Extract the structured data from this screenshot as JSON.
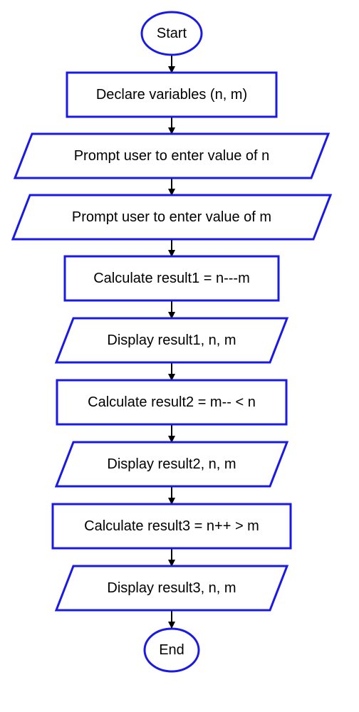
{
  "colors": {
    "node_border": "#1a1ae6",
    "arrow": "#000000",
    "background": "#ffffff"
  },
  "nodes": [
    {
      "id": "start",
      "shape": "terminal",
      "label": "Start"
    },
    {
      "id": "declare",
      "shape": "process",
      "label": "Declare variables (n, m)"
    },
    {
      "id": "prompt-n",
      "shape": "input-output",
      "label": "Prompt user to enter value of n"
    },
    {
      "id": "prompt-m",
      "shape": "input-output",
      "label": "Prompt user to enter value of m"
    },
    {
      "id": "calc-result1",
      "shape": "process",
      "label": "Calculate result1 = n---m"
    },
    {
      "id": "display-result1",
      "shape": "input-output",
      "label": "Display result1, n, m"
    },
    {
      "id": "calc-result2",
      "shape": "process",
      "label": "Calculate result2 = m-- < n"
    },
    {
      "id": "display-result2",
      "shape": "input-output",
      "label": "Display result2, n, m"
    },
    {
      "id": "calc-result3",
      "shape": "process",
      "label": "Calculate result3 = n++ > m"
    },
    {
      "id": "display-result3",
      "shape": "input-output",
      "label": "Display result3, n, m"
    },
    {
      "id": "end",
      "shape": "terminal",
      "label": "End"
    }
  ],
  "edges": [
    {
      "from": "start",
      "to": "declare"
    },
    {
      "from": "declare",
      "to": "prompt-n"
    },
    {
      "from": "prompt-n",
      "to": "prompt-m"
    },
    {
      "from": "prompt-m",
      "to": "calc-result1"
    },
    {
      "from": "calc-result1",
      "to": "display-result1"
    },
    {
      "from": "display-result1",
      "to": "calc-result2"
    },
    {
      "from": "calc-result2",
      "to": "display-result2"
    },
    {
      "from": "display-result2",
      "to": "calc-result3"
    },
    {
      "from": "calc-result3",
      "to": "display-result3"
    },
    {
      "from": "display-result3",
      "to": "end"
    }
  ]
}
